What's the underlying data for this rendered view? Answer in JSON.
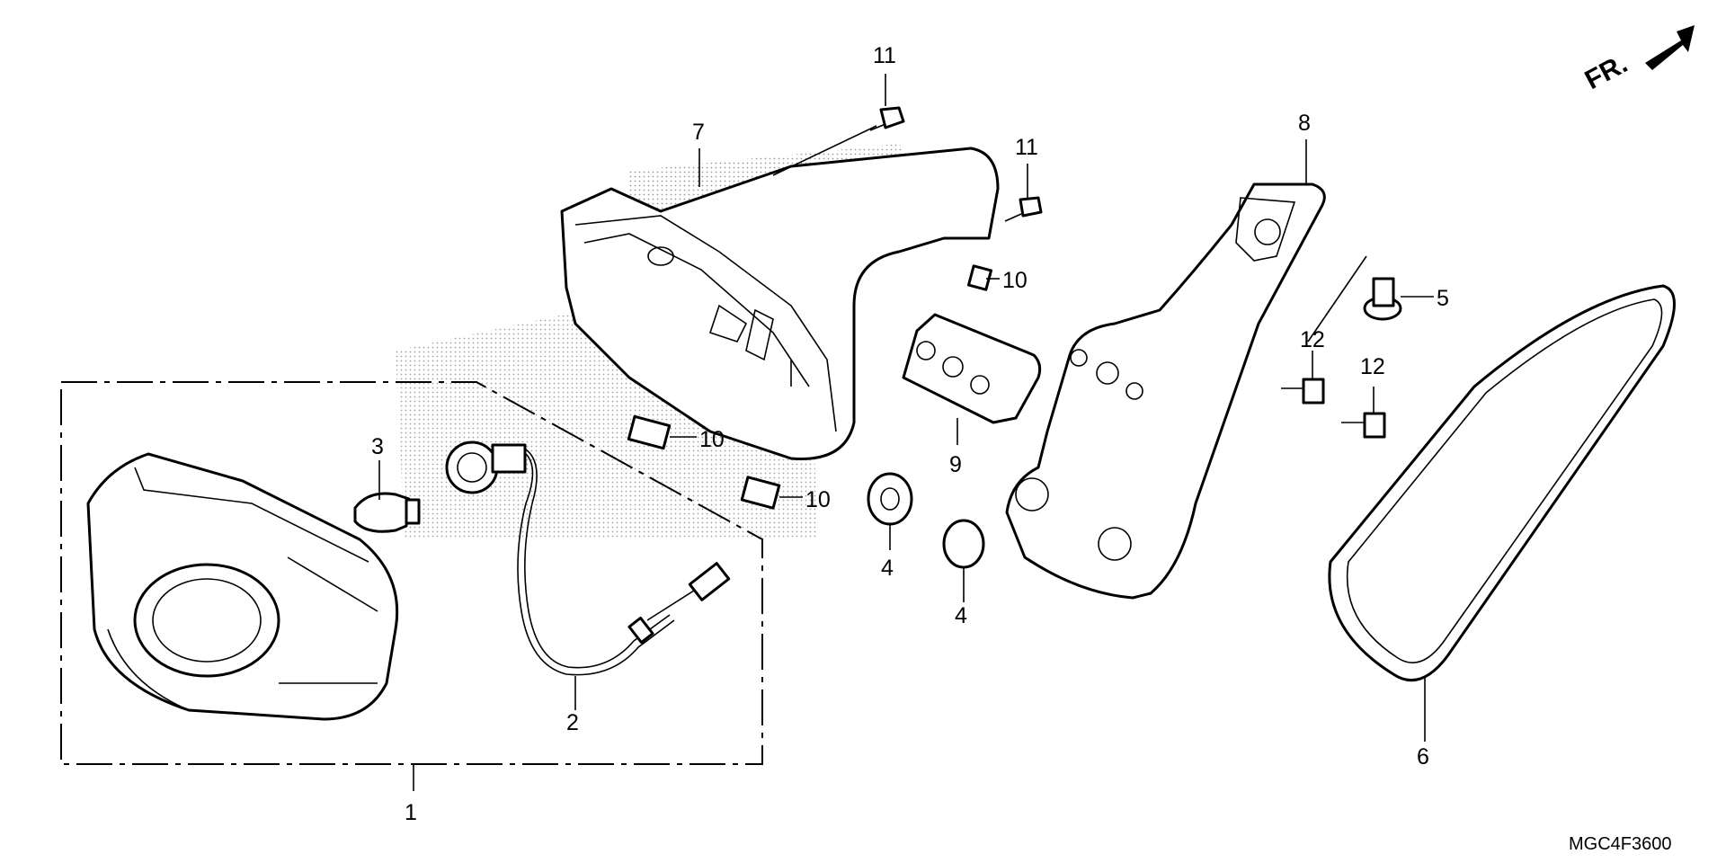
{
  "diagram": {
    "drawing_code": "MGC4F3600",
    "direction_label": "FR.",
    "callouts": [
      {
        "id": "c1",
        "text": "1"
      },
      {
        "id": "c2",
        "text": "2"
      },
      {
        "id": "c3",
        "text": "3"
      },
      {
        "id": "c4a",
        "text": "4"
      },
      {
        "id": "c4b",
        "text": "4"
      },
      {
        "id": "c5",
        "text": "5"
      },
      {
        "id": "c6",
        "text": "6"
      },
      {
        "id": "c7",
        "text": "7"
      },
      {
        "id": "c8",
        "text": "8"
      },
      {
        "id": "c9",
        "text": "9"
      },
      {
        "id": "c10a",
        "text": "10"
      },
      {
        "id": "c10b",
        "text": "10"
      },
      {
        "id": "c10c",
        "text": "10"
      },
      {
        "id": "c11a",
        "text": "11"
      },
      {
        "id": "c11b",
        "text": "11"
      },
      {
        "id": "c12a",
        "text": "12"
      },
      {
        "id": "c12b",
        "text": "12"
      }
    ]
  }
}
